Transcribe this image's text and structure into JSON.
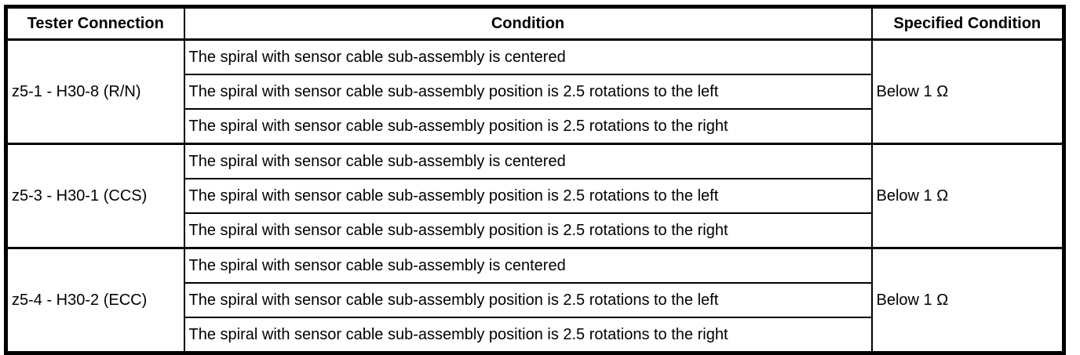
{
  "table": {
    "headers": {
      "tester_connection": "Tester Connection",
      "condition": "Condition",
      "specified_condition": "Specified Condition"
    },
    "groups": [
      {
        "tester_connection": "z5-1 - H30-8 (R/N)",
        "conditions": [
          "The spiral with sensor cable sub-assembly is centered",
          "The spiral with sensor cable sub-assembly position is 2.5 rotations to the left",
          "The spiral with sensor cable sub-assembly position is 2.5 rotations to the right"
        ],
        "specified_condition": "Below 1 Ω"
      },
      {
        "tester_connection": "z5-3 - H30-1 (CCS)",
        "conditions": [
          "The spiral with sensor cable sub-assembly is centered",
          "The spiral with sensor cable sub-assembly position is 2.5 rotations to the left",
          "The spiral with sensor cable sub-assembly position is 2.5 rotations to the right"
        ],
        "specified_condition": "Below 1 Ω"
      },
      {
        "tester_connection": "z5-4 - H30-2 (ECC)",
        "conditions": [
          "The spiral with sensor cable sub-assembly is centered",
          "The spiral with sensor cable sub-assembly position is 2.5 rotations to the left",
          "The spiral with sensor cable sub-assembly position is 2.5 rotations to the right"
        ],
        "specified_condition": "Below 1 Ω"
      }
    ],
    "colors": {
      "border": "#000000",
      "background": "#ffffff",
      "text": "#000000"
    }
  }
}
